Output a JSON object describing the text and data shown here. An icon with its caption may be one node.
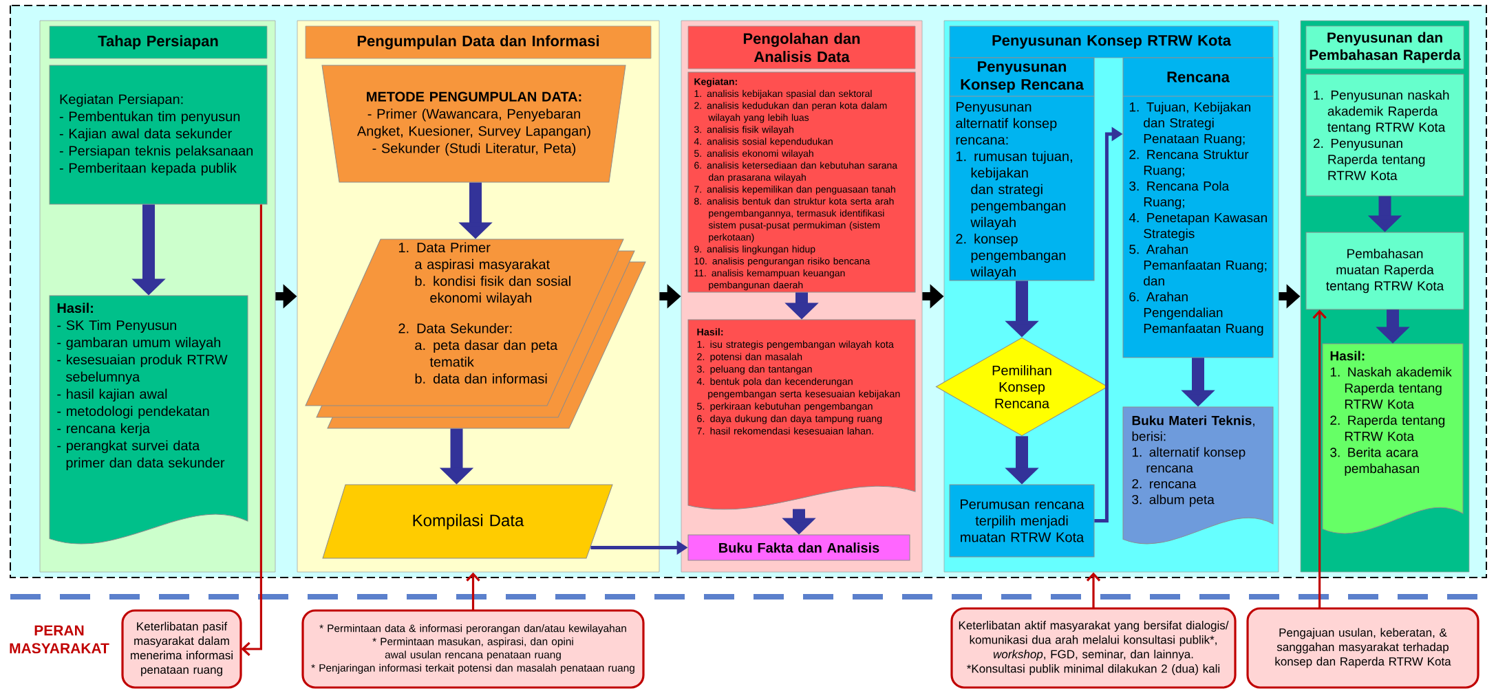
{
  "diagram": {
    "nodes": [
      {
        "text": [
          "Tahap Persiapan"
        ]
      },
      {
        "text": [
          "Kegiatan Persiapan:",
          "- Pembentukan tim penyusun",
          "- Kajian awal data sekunder",
          "- Persiapan teknis pelaksanaan",
          "- Pemberitaan kepada publik"
        ],
        "in": 0
      },
      {
        "text": [
          "Hasil:",
          "- SK Tim Penyusun",
          "- gambaran umum wilayah",
          "- kesesuaian produk RTRW sebelumnya",
          "- hasil kajian awal",
          "- metodologi pendekatan",
          "- rencana kerja",
          "- perangkat survei data primer dan data sekunder"
        ],
        "in": 0
      },
      {
        "text": [
          "Pengumpulan Data dan Informasi"
        ]
      },
      {
        "text": [
          "METODE PENGUMPULAN DATA:",
          "- Primer (Wawancara, Penyebaran Angket, Kuesioner,  Survey Lapangan)",
          "- Sekunder (Studi Literatur, Peta)"
        ],
        "in": 3
      },
      {
        "text": [
          "1. Data Primer",
          "a aspirasi masyarakat",
          "b. kondisi fisik dan sosial ekonomi wilayah",
          "2. Data Sekunder:",
          "a. peta dasar dan peta tematik",
          "b. data dan informasi"
        ],
        "in": 3
      },
      {
        "text": [
          "Kompilasi Data"
        ],
        "in": 3
      },
      {
        "text": [
          "Pengolahan dan Analisis Data"
        ]
      },
      {
        "text": [
          "Kegiatan:",
          "1. analisis kebijakan spasial dan sektoral",
          "2. analisis kedudukan dan peran kota dalam wilayah yang lebih luas",
          "3. analisis fisik wilayah",
          "4. analisis sosial kependudukan",
          "5. analisis ekonomi wilayah",
          "6. analisis ketersediaan dan kebutuhan sarana dan prasarana wilayah",
          "7. analisis kepemilikan dan penguasaan tanah",
          "8. analisis bentuk dan struktur kota serta arah pengembangannya, termasuk identifikasi sistem pusat-pusat permukiman (sistem perkotaan)",
          "9. analisis lingkungan hidup",
          "10. analisis pengurangan risiko bencana",
          "11. analisis kemampuan keuangan pembangunan daerah"
        ],
        "in": 7
      },
      {
        "text": [
          "Hasil:",
          "1. isu strategis pengembangan wilayah kota",
          "2. potensi dan masalah",
          "3. peluang dan tantangan",
          "4. bentuk pola dan kecenderungan pengembangan serta kesesuaian kebijakan",
          "5. perkiraan kebutuhan pengembangan",
          "6. daya dukung dan daya tampung ruang",
          "7. hasil rekomendasi kesesuaian lahan."
        ],
        "in": 7
      },
      {
        "text": [
          "Buku Fakta dan Analisis"
        ],
        "in": 7
      },
      {
        "text": [
          "Penyusunan Konsep RTRW Kota"
        ]
      },
      {
        "text": [
          "Penyusunan Konsep Rencana",
          "Penyusunan alternatif konsep rencana:",
          "1. rumusan tujuan, kebijakan dan strategi pengembangan wilayah",
          "2. konsep pengembangan wilayah"
        ],
        "in": 11
      },
      {
        "text": [
          "Pemilihan Konsep Rencana"
        ],
        "in": 11
      },
      {
        "text": [
          "Perumusan rencana terpilih menjadi muatan RTRW Kota"
        ],
        "in": 11
      },
      {
        "text": [
          "Rencana",
          "1. Tujuan, Kebijakan dan Strategi Penataan Ruang;",
          "2. Rencana Struktur Ruang;",
          "3. Rencana Pola Ruang;",
          "4. Penetapan Kawasan Strategis",
          "5. Arahan Pemanfaatan Ruang; dan",
          "6. Arahan Pengendalian Pemanfaatan Ruang"
        ],
        "in": 11
      },
      {
        "text": [
          "**Buku Materi Teknis**, berisi:",
          "1. alternatif konsep rencana",
          "2. rencana",
          "3. album peta"
        ],
        "in": 11
      },
      {
        "text": [
          "Penyusunan dan Pembahasan Raperda"
        ]
      },
      {
        "text": [
          "1. Penyusunan naskah akademik Raperda tentang RTRW Kota",
          "2. Penyusunan Raperda tentang RTRW Kota"
        ],
        "in": 17
      },
      {
        "text": [
          "Pembahasan muatan Raperda tentang RTRW Kota"
        ],
        "in": 17
      },
      {
        "text": [
          "Hasil:",
          "1. Naskah akademik Raperda tentang RTRW Kota",
          "2. Raperda tentang RTRW Kota",
          "3. Berita acara pembahasan"
        ],
        "in": 17
      },
      {
        "text": [
          "Keterlibatan pasif masyarakat dalam menerima informasi penataan ruang"
        ]
      },
      {
        "text": [
          "* Permintaan data & informasi perorangan dan/atau kewilayahan",
          "* Permintaan masukan, aspirasi, dan opini awal usulan rencana penataan ruang",
          "* Penjaringan informasi terkait potensi dan masalah penataan ruang"
        ]
      },
      {
        "text": [
          "Keterlibatan aktif masyarakat yang bersifat dialogis/ komunikasi dua arah melalui konsultasi publik*,",
          "*workshop*, FGD, seminar, dan lainnya.",
          "*Konsultasi publik minimal dilakukan 2 (dua) kali"
        ]
      },
      {
        "text": [
          "Pengajuan usulan, keberatan, & sanggahan masyarakat terhadap konsep dan Raperda RTRW Kota"
        ]
      }
    ],
    "edges": [
      {
        "from": 1,
        "to": 2,
        "arrow": "to"
      },
      {
        "from": 4,
        "to": 5,
        "arrow": "to"
      },
      {
        "from": 5,
        "to": 6,
        "arrow": "to"
      },
      {
        "from": 6,
        "to": 10,
        "arrow": "to"
      },
      {
        "from": 8,
        "to": 9,
        "arrow": "to"
      },
      {
        "from": 9,
        "to": 10,
        "arrow": "to"
      },
      {
        "from": 12,
        "to": 13,
        "arrow": "to"
      },
      {
        "from": 13,
        "to": 14,
        "arrow": "to"
      },
      {
        "from": 14,
        "to": 15,
        "arrow": "to"
      },
      {
        "from": 15,
        "to": 16,
        "arrow": "to"
      },
      {
        "from": 18,
        "to": 19,
        "arrow": "to"
      },
      {
        "from": 19,
        "to": 20,
        "arrow": "to"
      },
      {
        "from": 0,
        "to": 3,
        "arrow": "to",
        "color": "#000000"
      },
      {
        "from": 3,
        "to": 7,
        "arrow": "to",
        "color": "#000000"
      },
      {
        "from": 7,
        "to": 11,
        "arrow": "to",
        "color": "#000000"
      },
      {
        "from": 11,
        "to": 17,
        "arrow": "to",
        "color": "#000000"
      },
      {
        "from": 1,
        "to": 21,
        "arrow": "to",
        "color": "#c00000"
      },
      {
        "from": 22,
        "to": 3,
        "arrow": "to",
        "color": "#c00000"
      },
      {
        "from": 23,
        "to": 11,
        "arrow": "to",
        "color": "#c00000"
      },
      {
        "from": 24,
        "to": 19,
        "arrow": "to",
        "color": "#c00000"
      }
    ],
    "labels": [
      "PERAN MASYARAKAT"
    ]
  }
}
